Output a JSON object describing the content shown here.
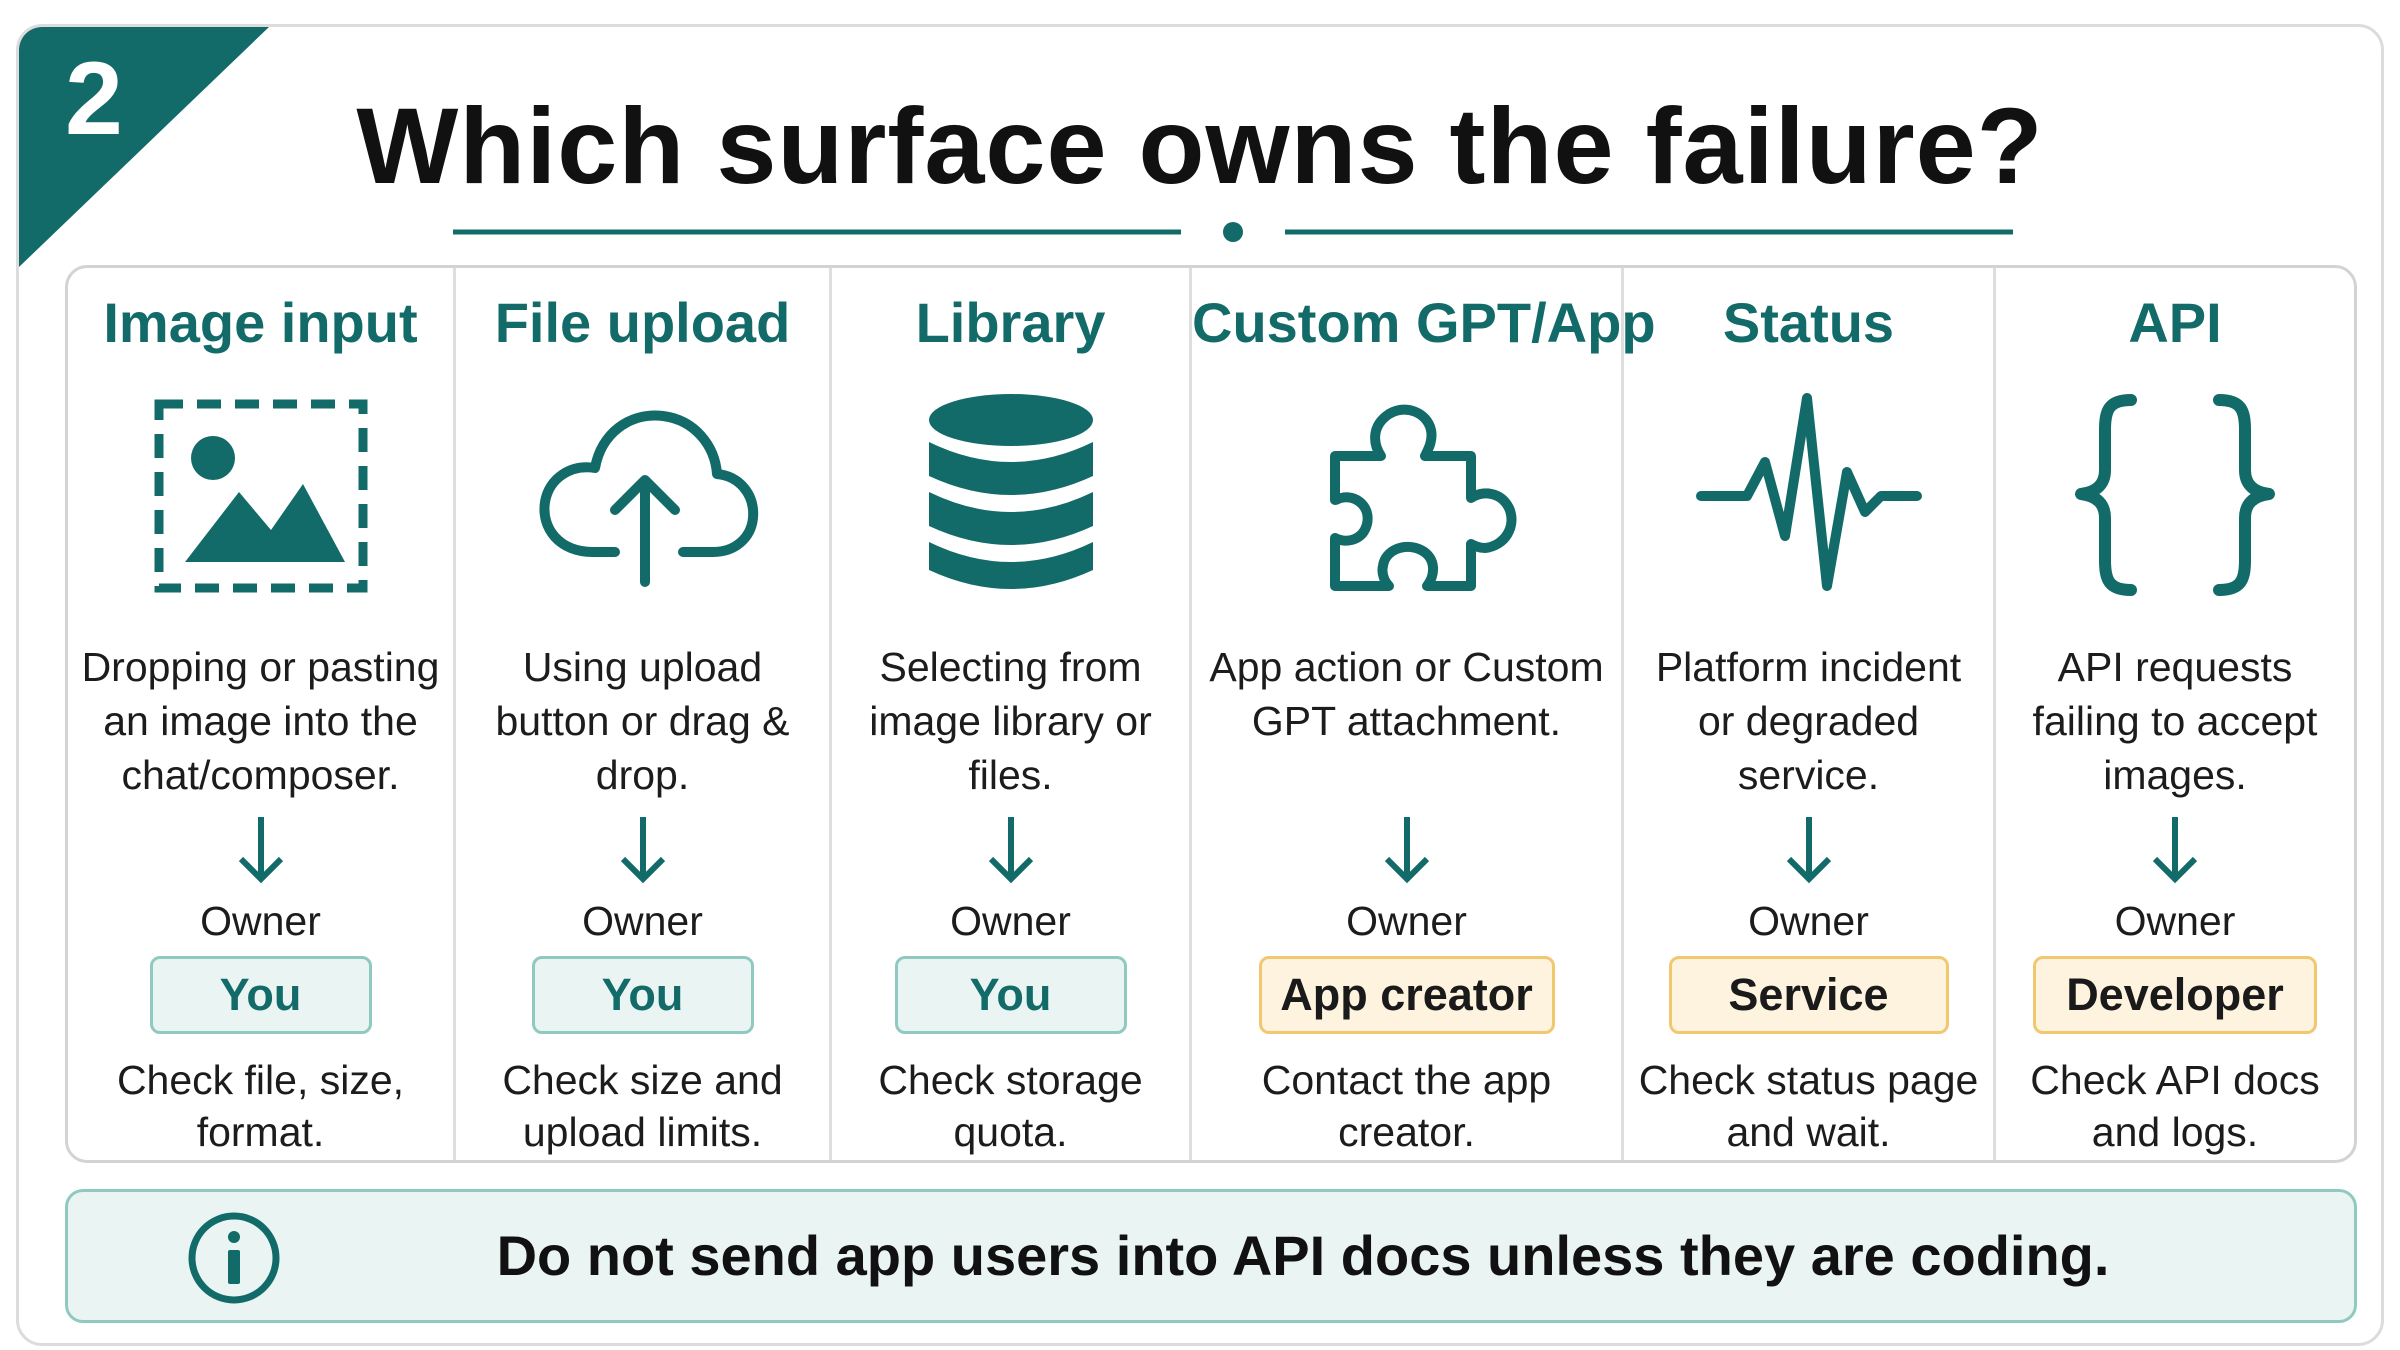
{
  "badge_number": "2",
  "title": "Which surface owns the failure?",
  "colors": {
    "teal": "#136b69",
    "owner_you_bg": "#eaf5f3",
    "owner_other_bg": "#fdf3df",
    "owner_other_border": "#f1c86f"
  },
  "columns": [
    {
      "title": "Image input",
      "icon": "image-icon",
      "description": "Dropping or pasting an image into the chat/composer.",
      "owner_label": "Owner",
      "owner": "You",
      "owner_kind": "you",
      "action": "Check file, size, format."
    },
    {
      "title": "File upload",
      "icon": "cloud-upload-icon",
      "description": "Using upload button or drag & drop.",
      "owner_label": "Owner",
      "owner": "You",
      "owner_kind": "you",
      "action": "Check size and upload limits."
    },
    {
      "title": "Library",
      "icon": "database-icon",
      "description": "Selecting from image library or files.",
      "owner_label": "Owner",
      "owner": "You",
      "owner_kind": "you",
      "action": "Check storage quota."
    },
    {
      "title": "Custom GPT/App",
      "icon": "puzzle-piece-icon",
      "description": "App action or Custom GPT attachment.",
      "owner_label": "Owner",
      "owner": "App creator",
      "owner_kind": "other",
      "action": "Contact the app creator."
    },
    {
      "title": "Status",
      "icon": "pulse-icon",
      "description": "Platform incident or degraded service.",
      "owner_label": "Owner",
      "owner": "Service",
      "owner_kind": "other",
      "action": "Check status page and wait."
    },
    {
      "title": "API",
      "icon": "curly-braces-icon",
      "description": "API requests failing to accept images.",
      "owner_label": "Owner",
      "owner": "Developer",
      "owner_kind": "other",
      "action": "Check API docs and logs."
    }
  ],
  "note": {
    "icon": "info-icon",
    "text": "Do not send app users into API docs unless they are coding."
  }
}
